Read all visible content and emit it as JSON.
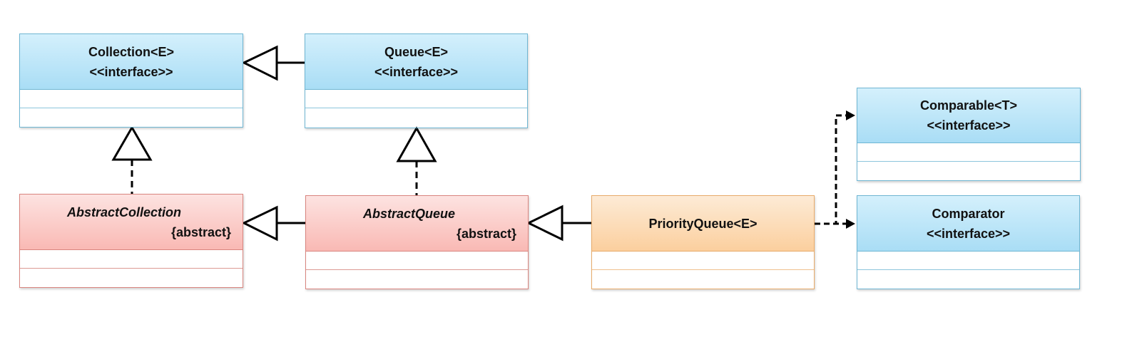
{
  "classes": {
    "collection": {
      "name": "Collection<E>",
      "stereotype": "<<interface>>"
    },
    "queue": {
      "name": "Queue<E>",
      "stereotype": "<<interface>>"
    },
    "comparable": {
      "name": "Comparable<T>",
      "stereotype": "<<interface>>"
    },
    "comparator": {
      "name": "Comparator",
      "stereotype": "<<interface>>"
    },
    "abstract_collection": {
      "name": "AbstractCollection",
      "stereotype": "{abstract}"
    },
    "abstract_queue": {
      "name": "AbstractQueue",
      "stereotype": "{abstract}"
    },
    "priority_queue": {
      "name": "PriorityQueue<E>"
    }
  },
  "colors": {
    "interface_fill": "#a9ddf5",
    "abstract_fill": "#f9b9b4",
    "concrete_fill": "#fbcf9e",
    "line": "#000000"
  },
  "relationships": [
    {
      "from": "Queue<E>",
      "to": "Collection<E>",
      "type": "generalization"
    },
    {
      "from": "AbstractCollection",
      "to": "Collection<E>",
      "type": "realization"
    },
    {
      "from": "AbstractQueue",
      "to": "Queue<E>",
      "type": "realization"
    },
    {
      "from": "AbstractQueue",
      "to": "AbstractCollection",
      "type": "generalization"
    },
    {
      "from": "PriorityQueue<E>",
      "to": "AbstractQueue",
      "type": "generalization"
    },
    {
      "from": "PriorityQueue<E>",
      "to": "Comparable<T>",
      "type": "dependency"
    },
    {
      "from": "PriorityQueue<E>",
      "to": "Comparator",
      "type": "dependency"
    }
  ]
}
